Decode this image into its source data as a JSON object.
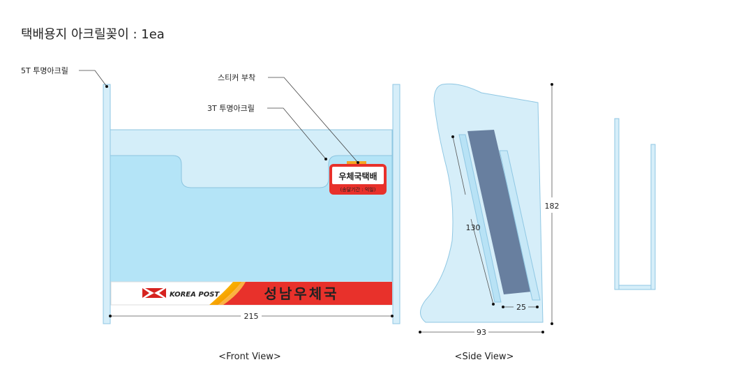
{
  "title": "택배용지 아크릴꽂이 : 1ea",
  "front_view": {
    "caption": "<Front View>",
    "callouts": {
      "acrylic_5t": "5T 투명아크릴",
      "sticker": "스티커 부착",
      "acrylic_3t": "3T 투명아크릴"
    },
    "sticker_main": "우체국택배",
    "sticker_sub": "(송달기간 : 익일)",
    "banner_brand": "KOREA POST",
    "banner_text": "성남우체국",
    "width_dim": "215"
  },
  "side_view": {
    "caption": "<Side View>",
    "dim_height": "182",
    "dim_slot": "130",
    "dim_depth": "25",
    "dim_base": "93"
  },
  "colors": {
    "acrylic": "#d6eef9",
    "acrylic_edge": "#8fc7e3",
    "pocket": "#b3e3f6",
    "paper": "#687f9f",
    "banner_red": "#e8312b",
    "korea_post_red": "#d6231f",
    "orange": "#f5a623"
  }
}
